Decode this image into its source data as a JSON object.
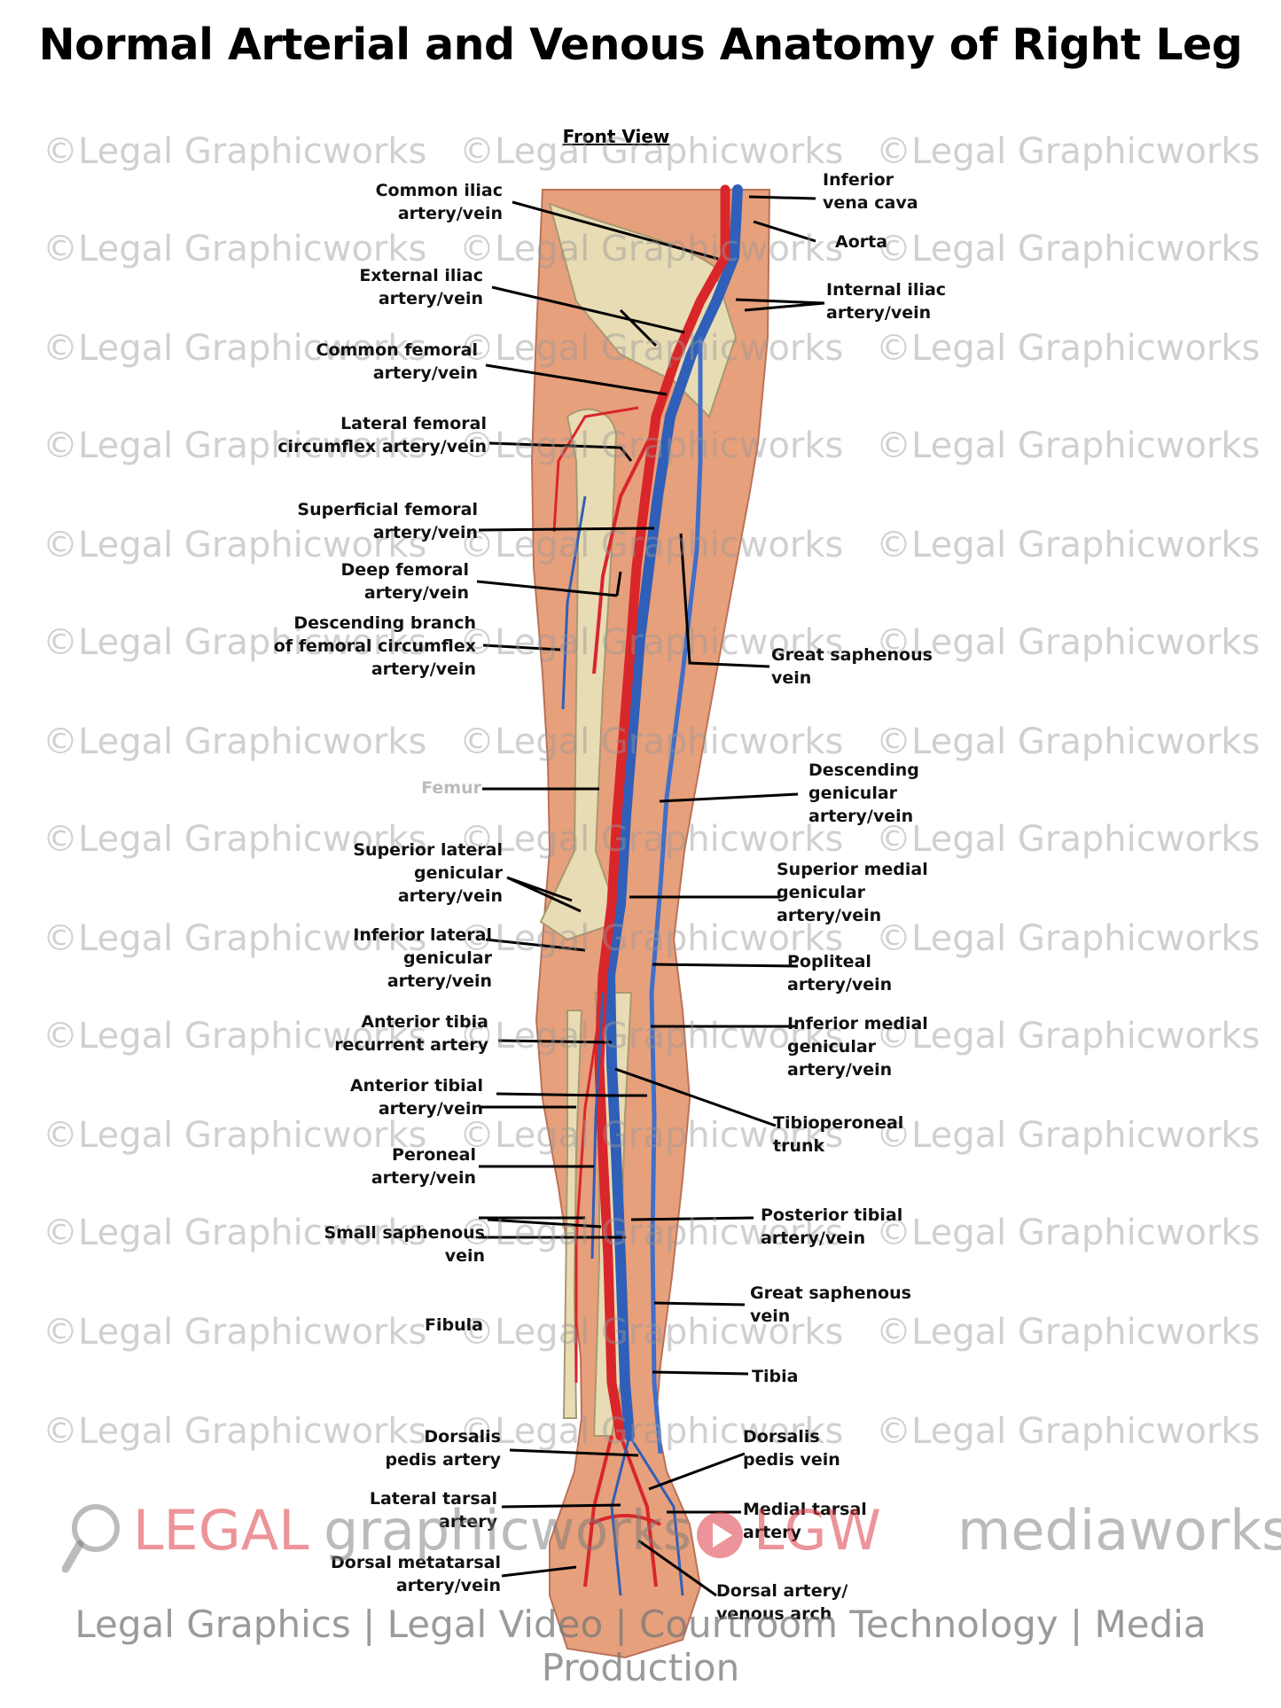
{
  "title": "Normal Arterial and Venous Anatomy of Right Leg",
  "subtitle": "Front View",
  "watermark": "©Legal Graphicworks",
  "colors": {
    "artery": "#d9262a",
    "vein": "#2f5fb8",
    "skin": "#e7a07c",
    "bone": "#e8dcb5"
  },
  "labels": {
    "common_iliac": "Common iliac\nartery/vein",
    "inferior_vena_cava": "Inferior\nvena cava",
    "aorta": "Aorta",
    "external_iliac": "External iliac\nartery/vein",
    "internal_iliac": "Internal iliac\nartery/vein",
    "common_femoral": "Common femoral\nartery/vein",
    "lateral_femoral_circumflex": "Lateral femoral\ncircumflex artery/vein",
    "superficial_femoral": "Superficial femoral\nartery/vein",
    "deep_femoral": "Deep femoral\nartery/vein",
    "descending_branch": "Descending branch\nof femoral circumflex\nartery/vein",
    "great_saphenous_upper": "Great saphenous\nvein",
    "femur": "Femur",
    "descending_genicular": "Descending\ngenicular\nartery/vein",
    "superior_lateral_genicular": "Superior lateral\ngenicular\nartery/vein",
    "superior_medial_genicular": "Superior medial\ngenicular\nartery/vein",
    "inferior_lateral_genicular": "Inferior lateral\ngenicular\nartery/vein",
    "popliteal": "Popliteal\nartery/vein",
    "anterior_tibial_recurrent": "Anterior tibia\nrecurrent artery",
    "inferior_medial_genicular": "Inferior medial\ngenicular\nartery/vein",
    "anterior_tibial": "Anterior tibial\nartery/vein",
    "tibioperoneal_trunk": "Tibioperoneal\ntrunk",
    "peroneal": "Peroneal\nartery/vein",
    "small_saphenous": "Small saphenous\nvein",
    "posterior_tibial": "Posterior tibial\nartery/vein",
    "great_saphenous_lower": "Great saphenous\nvein",
    "fibula": "Fibula",
    "tibia": "Tibia",
    "dorsalis_pedis_artery": "Dorsalis\npedis artery",
    "dorsalis_pedis_vein": "Dorsalis\npedis vein",
    "lateral_tarsal": "Lateral tarsal\nartery",
    "medial_tarsal": "Medial tarsal\nartery",
    "dorsal_metatarsal": "Dorsal metatarsal\nartery/vein",
    "dorsal_arch": "Dorsal artery/\nvenous arch"
  },
  "footer": {
    "logo_legal": "LEGAL",
    "logo_graphicworks": "graphicworks",
    "logo_lgw": "LGW",
    "logo_mediaworks": "mediaworks",
    "tagline": "Legal Graphics | Legal Video | Courtroom Technology | Media Production"
  }
}
